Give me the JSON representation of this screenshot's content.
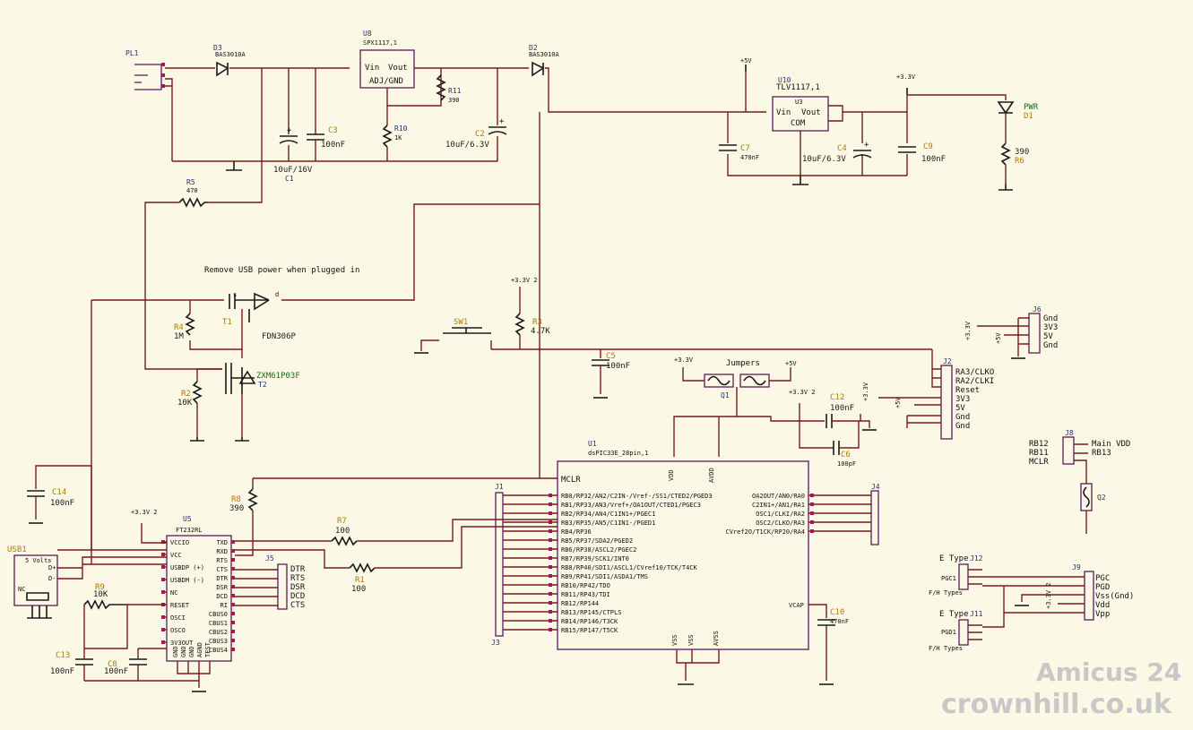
{
  "brand": {
    "line1": "Amicus 24",
    "line2": "crownhill.co.uk"
  },
  "annotation": "Remove USB power when plugged in",
  "power": {
    "p5v": "+5V",
    "p33v": "+3.3V",
    "p33v2": "+3.3V 2"
  },
  "components": {
    "pl1": "PL1",
    "d3": {
      "ref": "D3",
      "val": "BAS3010A"
    },
    "d2": {
      "ref": "D2",
      "val": "BAS3010A"
    },
    "u8": {
      "ref": "U8",
      "val": "SPX1117,1",
      "vin": "Vin",
      "vout": "Vout",
      "adj": "ADJ/GND"
    },
    "u10": {
      "ref": "U10",
      "val": "TLV1117,1",
      "u3": "U3",
      "vin": "Vin",
      "vout": "Vout",
      "com": "COM"
    },
    "c1": {
      "ref": "C1",
      "val": "10uF/16V"
    },
    "c3": {
      "ref": "C3",
      "val": "100nF"
    },
    "c2": {
      "ref": "C2",
      "val": "10uF/6.3V"
    },
    "r11": {
      "ref": "R11",
      "val": "390"
    },
    "r10": {
      "ref": "R10",
      "val": "1K"
    },
    "c7": {
      "ref": "C7",
      "val": "470nF"
    },
    "c4": {
      "ref": "C4",
      "val": "10uF/6.3V"
    },
    "c9": {
      "ref": "C9",
      "val": "100nF"
    },
    "d1": {
      "ref": "D1",
      "val": "PWR"
    },
    "r6": {
      "ref": "R6",
      "val": "390"
    },
    "r5": {
      "ref": "R5",
      "val": "470"
    },
    "t1": {
      "ref": "T1",
      "val": "FDN306P"
    },
    "t2": {
      "ref": "T2",
      "val": "ZXM61P03F"
    },
    "r4": {
      "ref": "R4",
      "val": "1M"
    },
    "r2": {
      "ref": "R2",
      "val": "10K"
    },
    "sw1": "SW1",
    "r3": {
      "ref": "R3",
      "val": "4.7K"
    },
    "c5": {
      "ref": "C5",
      "val": "100nF"
    },
    "q1": "Q1",
    "jumpers": "Jumpers",
    "c12": {
      "ref": "C12",
      "val": "100nF"
    },
    "c6": {
      "ref": "C6",
      "val": "100pF"
    },
    "c14": {
      "ref": "C14",
      "val": "100nF"
    },
    "r8": {
      "ref": "R8",
      "val": "390"
    },
    "r7": {
      "ref": "R7",
      "val": "100"
    },
    "r1": {
      "ref": "R1",
      "val": "100"
    },
    "r9": {
      "ref": "R9",
      "val": "10K"
    },
    "c13": {
      "ref": "C13",
      "val": "100nF"
    },
    "c8": {
      "ref": "C8",
      "val": "100nF"
    },
    "c10": {
      "ref": "C10",
      "val": "470nF"
    },
    "u5": {
      "ref": "U5",
      "val": "FT232RL"
    },
    "u1": {
      "ref": "U1",
      "val": "dsPIC33E_28pin,1",
      "vdd": "VDD",
      "avdd": "AVDD",
      "vss1": "VSS",
      "vss2": "VSS",
      "avss": "AVSS",
      "mclr": "MCLR",
      "vcap": "VCAP"
    },
    "usb1": {
      "ref": "USB1",
      "label": "5 Volts",
      "nc": "NC",
      "d_plus": "D+",
      "d_minus": "D-"
    },
    "j1": "J1",
    "j3": "J3",
    "j4": "J4",
    "j5": "J5",
    "j2": "J2",
    "j6": "J6",
    "j8": "J8",
    "q2": "Q2",
    "j9": "J9",
    "j11": "J11",
    "j12": "J12"
  },
  "j2_pins": [
    "RA3/CLKO",
    "RA2/CLKI",
    "Reset",
    "3V3",
    "5V",
    "Gnd",
    "Gnd"
  ],
  "j6_pins": [
    "Gnd",
    "3V3",
    "5V",
    "Gnd"
  ],
  "j5_pins": [
    "DTR",
    "RTS",
    "DSR",
    "DCD",
    "CTS"
  ],
  "j8_left": [
    "RB12",
    "RB11",
    "MCLR"
  ],
  "j8_right": [
    "Main VDD",
    "RB13"
  ],
  "j9_pins": [
    "PGC",
    "PGD",
    "Vss(Gnd)",
    "Vdd",
    "Vpp"
  ],
  "j12": {
    "top": "E Type",
    "pin": "PGC1",
    "bottom": "F/H Types"
  },
  "j11": {
    "top": "E Type",
    "pin": "PGD1",
    "bottom": "F/H Types"
  },
  "u1_left_pins": [
    "RB0/RP32/AN2/C2IN-/Vref-/SS1/CTED2/PGED3",
    "RB1/RP33/AN3/Vref+/OA1OUT/CTED1/PGEC3",
    "RB2/RP34/AN4/C1IN1+/PGEC1",
    "RB3/RP35/AN5/C1IN1-/PGED1",
    "RB4/RP36",
    "RB5/RP37/SDA2/PGED2",
    "RB6/RP38/ASCL2/PGEC2",
    "RB7/RP39/SCK1/INT0",
    "RB8/RP40/SDI1/ASCL1/CVref10/TCK/T4CK",
    "RB9/RP41/SDI1/ASDA1/TMS",
    "RB10/RP42/TDO",
    "RB11/RP43/TDI",
    "RB12/RP144",
    "RB13/RP145/CTPLS",
    "RB14/RP146/T3CK",
    "RB15/RP147/T5CK"
  ],
  "u1_right_pins": [
    "OA2OUT/AN0/RA0",
    "C2IN1+/AN1/RA1",
    "OSC1/CLKI/RA2",
    "OSC2/CLKO/RA3",
    "CVref2O/T1CK/RP20/RA4"
  ],
  "u5_left_pins": [
    "VCCIO",
    "VCC",
    "USBDP (+)",
    "USBDM (-)",
    "NC",
    "RESET",
    "OSCI",
    "OSCO",
    "3V3OUT"
  ],
  "u5_right_pins": [
    "TXD",
    "RXD",
    "RTS",
    "CTS",
    "DTR",
    "DSR",
    "DCD",
    "RI",
    "CBUS0",
    "CBUS1",
    "CBUS2",
    "CBUS3",
    "CBUS4"
  ],
  "u5_bottom_pins": [
    "GND",
    "GND",
    "GND",
    "AGND",
    "TEST"
  ]
}
